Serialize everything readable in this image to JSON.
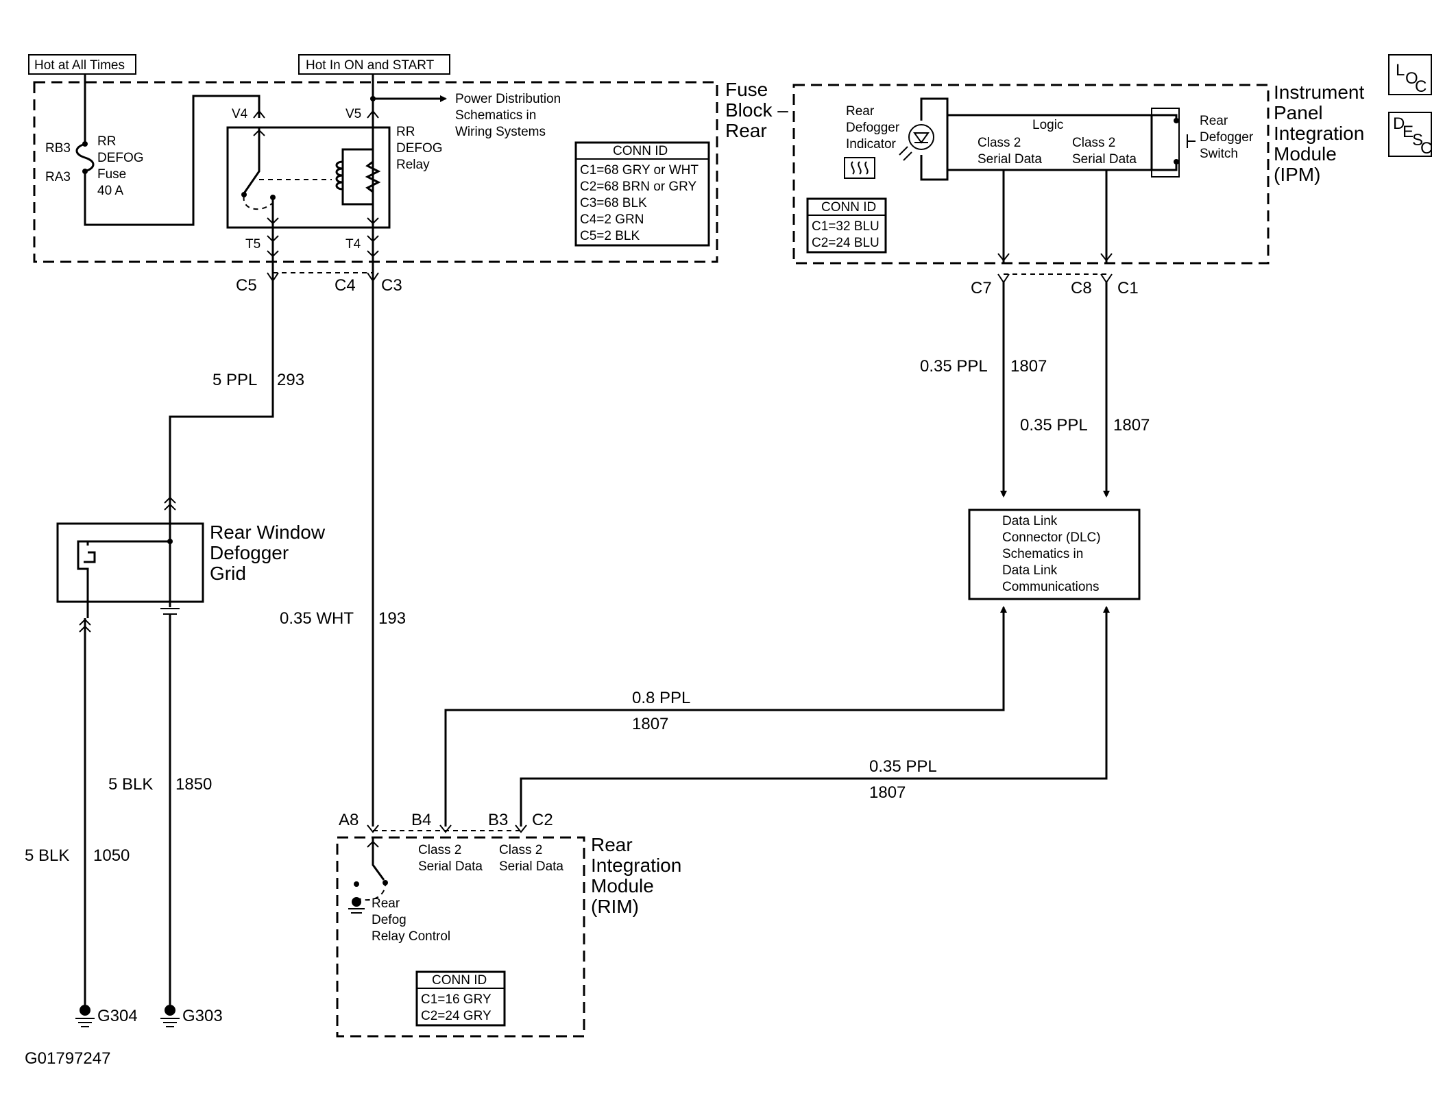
{
  "labels": {
    "hot_at_all_times": "Hot at All Times",
    "hot_in_on_start": "Hot In ON and START",
    "rb3": "RB3",
    "ra3": "RA3",
    "fuse": [
      "RR",
      "DEFOG",
      "Fuse",
      "40 A"
    ],
    "v4": "V4",
    "v5": "V5",
    "t5": "T5",
    "t4": "T4",
    "relay": [
      "RR",
      "DEFOG",
      "Relay"
    ],
    "power_dist": [
      "Power Distribution",
      "Schematics in",
      "Wiring Systems"
    ],
    "fuse_block": [
      "Fuse",
      "Block –",
      "Rear"
    ],
    "fuse_conn": {
      "title": "CONN ID",
      "items": [
        "C1=68 GRY or WHT",
        "C2=68 BRN or GRY",
        "C3=68 BLK",
        "C4=2 GRN",
        "C5=2 BLK"
      ]
    },
    "ipm_title": [
      "Instrument",
      "Panel",
      "Integration",
      "Module",
      "(IPM)"
    ],
    "rear_defogger_indicator": [
      "Rear",
      "Defogger",
      "Indicator"
    ],
    "logic": "Logic",
    "class2_a": [
      "Class 2",
      "Serial Data"
    ],
    "class2_b": [
      "Class 2",
      "Serial Data"
    ],
    "rear_defogger_switch": [
      "Rear",
      "Defogger",
      "Switch"
    ],
    "ipm_conn": {
      "title": "CONN ID",
      "items": [
        "C1=32 BLU",
        "C2=24 BLU"
      ]
    },
    "c5": "C5",
    "c4": "C4",
    "c3": "C3",
    "c7": "C7",
    "c8": "C8",
    "c1": "C1",
    "wire_5ppl": "5 PPL",
    "wire_293": "293",
    "grid_title": [
      "Rear Window",
      "Defogger",
      "Grid"
    ],
    "wire_035wht": "0.35 WHT",
    "wire_193": "193",
    "wire_035ppl_a": "0.35 PPL",
    "wire_1807_a": "1807",
    "wire_035ppl_b": "0.35 PPL",
    "wire_1807_b": "1807",
    "dlc": [
      "Data Link",
      "Connector (DLC)",
      "Schematics in",
      "Data Link",
      "Communications"
    ],
    "wire_08ppl": "0.8 PPL",
    "wire_1807_c": "1807",
    "wire_035ppl_c": "0.35 PPL",
    "wire_1807_d": "1807",
    "wire_5blk_a": "5 BLK",
    "wire_1850": "1850",
    "wire_5blk_b": "5 BLK",
    "wire_1050": "1050",
    "a8": "A8",
    "b4": "B4",
    "b3": "B3",
    "c2": "C2",
    "rim_class2_a": [
      "Class 2",
      "Serial Data"
    ],
    "rim_class2_b": [
      "Class 2",
      "Serial Data"
    ],
    "rim_title": [
      "Rear",
      "Integration",
      "Module",
      "(RIM)"
    ],
    "rim_relay_ctrl": [
      "Rear",
      "Defog",
      "Relay Control"
    ],
    "rim_conn": {
      "title": "CONN ID",
      "items": [
        "C1=16 GRY",
        "C2=24 GRY"
      ]
    },
    "g304": "G304",
    "g303": "G303",
    "figure_id": "G01797247",
    "loc": [
      "L",
      "O",
      "C"
    ],
    "desc": [
      "D",
      "E",
      "S",
      "C"
    ]
  }
}
